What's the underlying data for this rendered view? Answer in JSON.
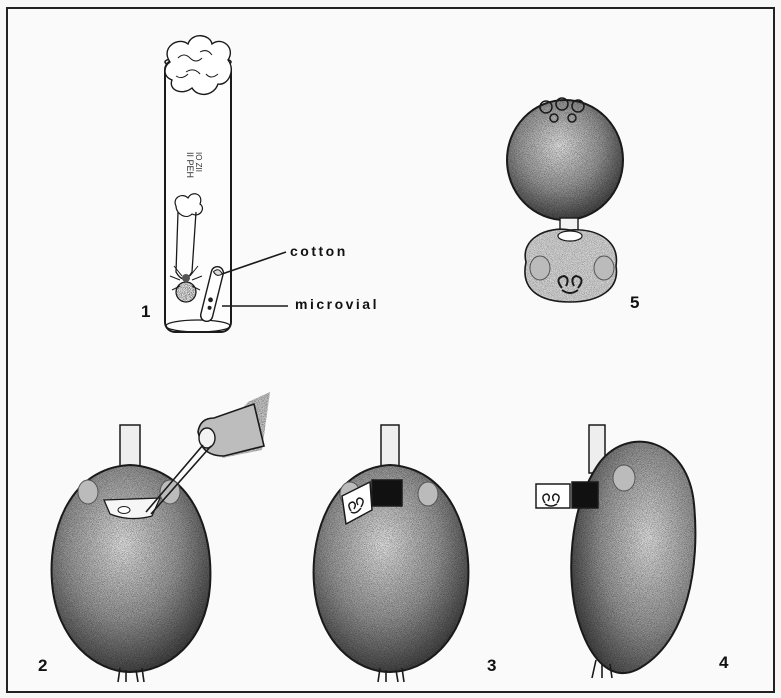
{
  "figure": {
    "panel_numbers": {
      "p1": "1",
      "p2": "2",
      "p3": "3",
      "p4": "4",
      "p5": "5"
    },
    "callouts": {
      "cotton": "cotton",
      "microvial": "microvial"
    },
    "colors": {
      "ink": "#1a1a1a",
      "stipple": "#8a8a8a",
      "frame": "#222222"
    }
  }
}
